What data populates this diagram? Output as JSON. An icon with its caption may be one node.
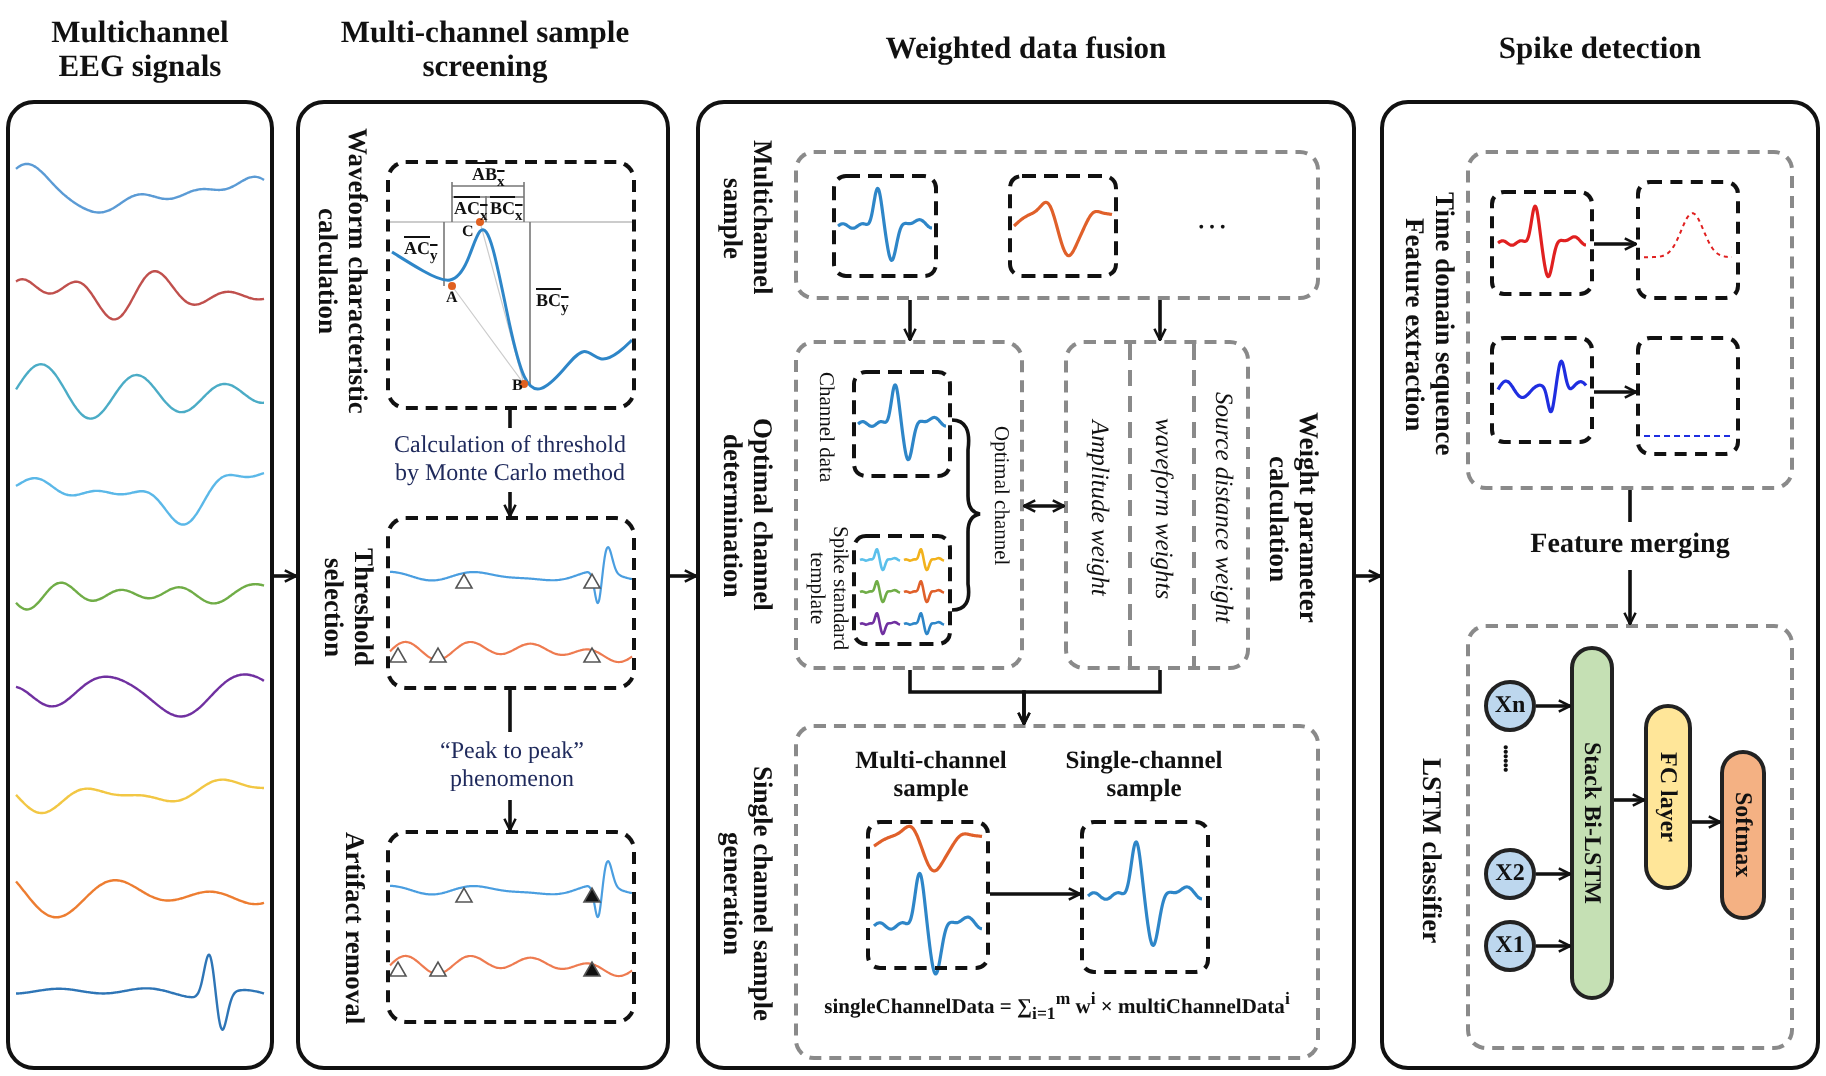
{
  "diagram": {
    "nodes": [
      {
        "text": [
          "Multichannel EEG signals"
        ]
      },
      {
        "text": [
          "Multi-channel sample screening"
        ]
      },
      {
        "text": [
          "Waveform characteristic calculation"
        ],
        "in": 1
      },
      {
        "text": [
          "Threshold selection"
        ],
        "in": 1
      },
      {
        "text": [
          "Artifact removal"
        ],
        "in": 1
      },
      {
        "text": [
          "Weighted data fusion"
        ]
      },
      {
        "text": [
          "Multichannel sample"
        ],
        "in": 5
      },
      {
        "text": [
          "Optimal channel determination",
          "Channel data",
          "Spike standard template",
          "Optimal channel"
        ],
        "in": 5
      },
      {
        "text": [
          "Weight parameter calculation",
          "Amplitude weight",
          "waveform weights",
          "Source distance weight"
        ],
        "in": 5
      },
      {
        "text": [
          "Single channel sample generation",
          "singleChannelData = ∑$_{i=1}$$^{m}$ w$^{i}$ × multiChannelData$^{i}$"
        ],
        "in": 5
      },
      {
        "text": [
          "Multi-channel sample"
        ],
        "in": 9
      },
      {
        "text": [
          "Single-channel sample"
        ],
        "in": 9
      },
      {
        "text": [
          "Spike detection"
        ]
      },
      {
        "text": [
          "Time domain sequence Feature extraction"
        ],
        "in": 12
      },
      {
        "text": [],
        "shape": "box",
        "in": 13
      },
      {
        "text": [],
        "shape": "box",
        "in": 13
      },
      {
        "text": [],
        "shape": "box",
        "in": 13
      },
      {
        "text": [],
        "shape": "box",
        "in": 13
      },
      {
        "text": [
          "LSTM classifier"
        ],
        "in": 12
      },
      {
        "text": [
          "Xn"
        ],
        "in": 18
      },
      {
        "text": [
          "X2"
        ],
        "in": 18
      },
      {
        "text": [
          "X1"
        ],
        "in": 18
      },
      {
        "text": [
          "Stack Bi-LSTM"
        ],
        "in": 18
      },
      {
        "text": [
          "FC layer"
        ],
        "in": 18
      },
      {
        "text": [
          "Softmax"
        ],
        "in": 18
      }
    ],
    "edges": [
      {
        "from": 0,
        "to": 1,
        "arrow": "to"
      },
      {
        "from": 1,
        "to": 5,
        "arrow": "to"
      },
      {
        "from": 5,
        "to": 12,
        "arrow": "to"
      },
      {
        "from": 2,
        "to": 3,
        "arrow": "to",
        "label": "Calculation of threshold by Monte Carlo method"
      },
      {
        "from": 3,
        "to": 4,
        "arrow": "to",
        "label": "“Peak to peak” phenomenon"
      },
      {
        "from": 6,
        "to": 7,
        "arrow": "to"
      },
      {
        "from": 6,
        "to": 8,
        "arrow": "to"
      },
      {
        "from": 7,
        "to": 8,
        "arrow": "both"
      },
      {
        "from": 7,
        "to": 9,
        "arrow": "to"
      },
      {
        "from": 8,
        "to": 9,
        "arrow": "to"
      },
      {
        "from": 10,
        "to": 11,
        "arrow": "to"
      },
      {
        "from": 13,
        "to": 18,
        "arrow": "to",
        "label": "Feature merging"
      },
      {
        "from": 14,
        "to": 15,
        "arrow": "to"
      },
      {
        "from": 16,
        "to": 17,
        "arrow": "to"
      },
      {
        "from": 19,
        "to": 22,
        "arrow": "to"
      },
      {
        "from": 20,
        "to": 22,
        "arrow": "to"
      },
      {
        "from": 21,
        "to": 22,
        "arrow": "to"
      },
      {
        "from": 22,
        "to": 23,
        "arrow": "to"
      },
      {
        "from": 23,
        "to": 24,
        "arrow": "to"
      }
    ],
    "labels": [
      "AB$_{x}$",
      "AC$_{x}$",
      "BC$_{x}$",
      "AC$_{y}$",
      "BC$_{y}$",
      "C",
      "A",
      "B",
      "…",
      "......"
    ]
  }
}
